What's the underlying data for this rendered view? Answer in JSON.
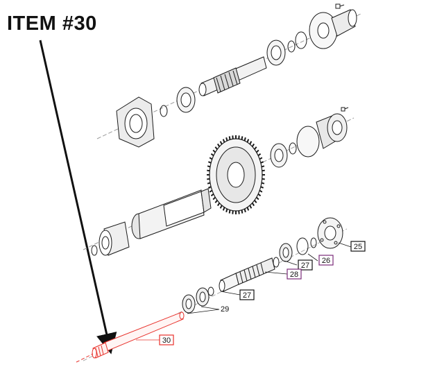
{
  "title": "ITEM #30",
  "callouts": {
    "c25": "25",
    "c26": "26",
    "c27a": "27",
    "c27b": "27",
    "c28": "28",
    "c29": "29",
    "c30": "30"
  },
  "colors": {
    "line": "#1a1a1a",
    "highlight": "#e8302a",
    "purple": "#7a2a78",
    "shade": "#d9d9d9"
  }
}
